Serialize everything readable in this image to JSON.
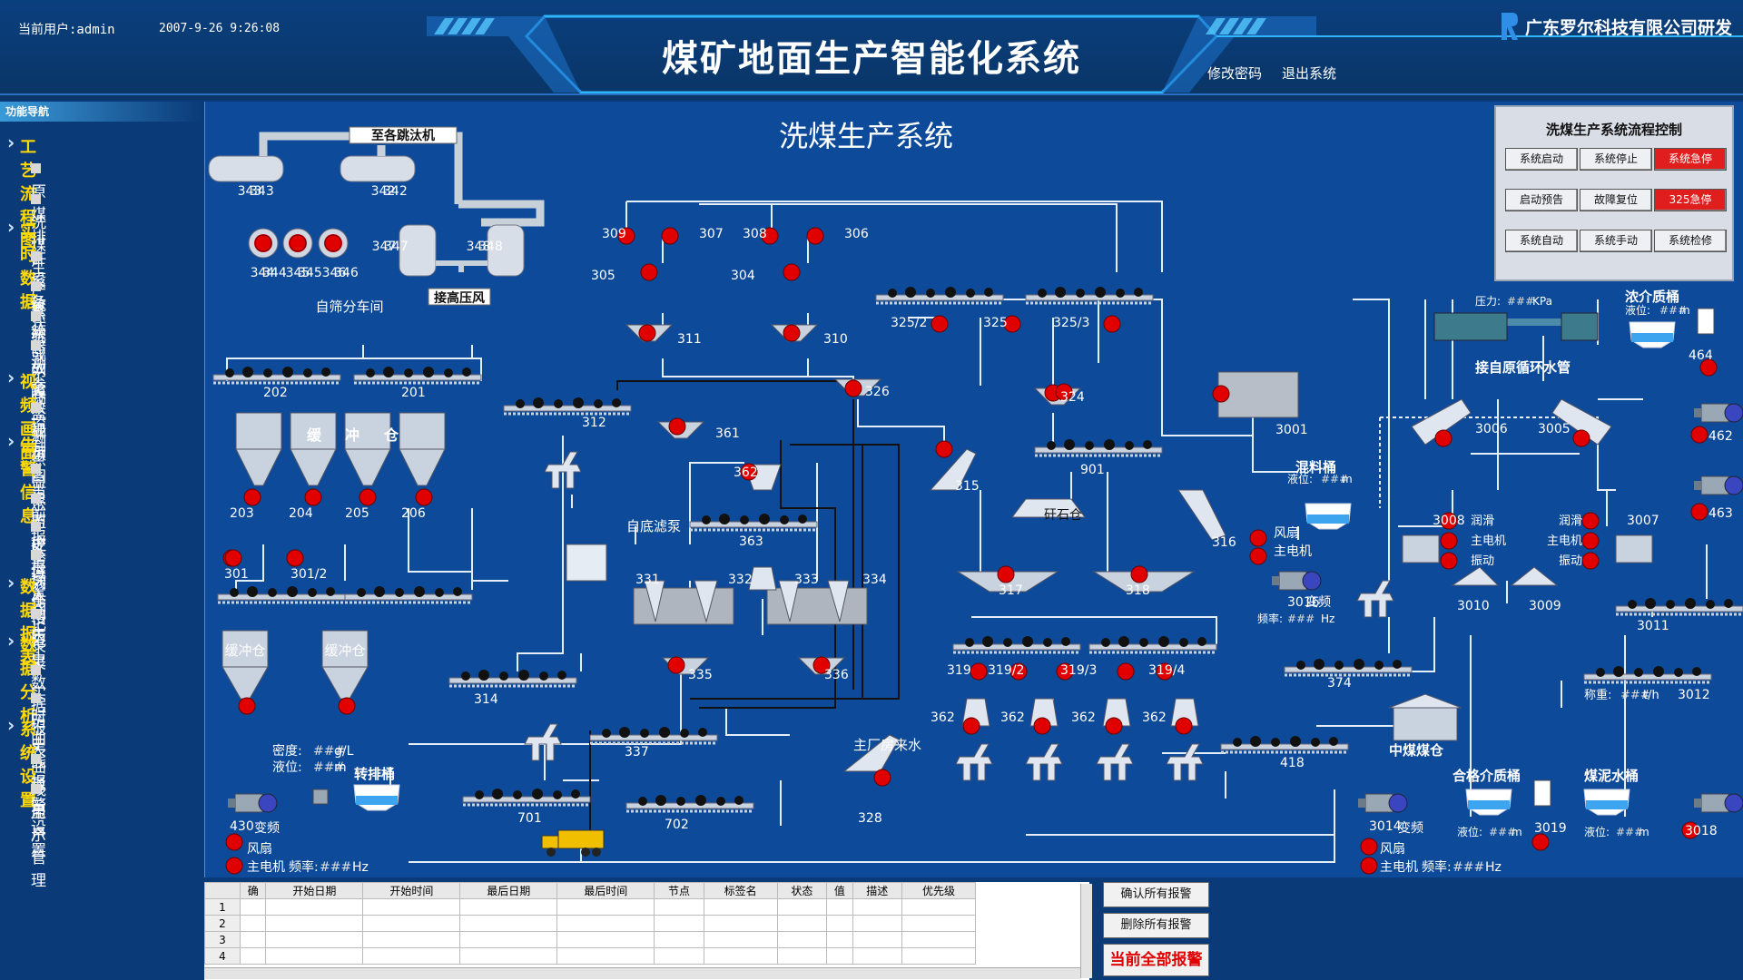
{
  "header": {
    "user_label": "当前用户:admin",
    "datetime": "2007-9-26  9:26:08",
    "title": "煤矿地面生产智能化系统",
    "company": "广东罗尔科技有限公司研发",
    "change_password": "修改密码",
    "logout": "退出系统"
  },
  "sidebar": {
    "header": "功能导航",
    "sections": [
      {
        "title": "工艺流程图",
        "items": [
          "原煤排矸系统",
          "洗煤生产系统"
        ]
      },
      {
        "title": "实时数据",
        "items": [
          "设备状态列表",
          "变频或工频控制",
          "监测参数显示",
          "故障监测点显示"
        ]
      },
      {
        "title": "视频画面",
        "items": [
          "视频图像监控"
        ]
      },
      {
        "title": "告警信息",
        "items": [
          "当前报警列表",
          "历史报警列表",
          "区域入侵记录",
          "操作记录"
        ]
      },
      {
        "title": "数据报表",
        "items": [
          "历史数据报表"
        ]
      },
      {
        "title": "数据分析",
        "items": [
          "实时曲线显示",
          "历史曲线显示"
        ]
      },
      {
        "title": "系统设置",
        "items": [
          "报警设置",
          "用户管理"
        ]
      }
    ]
  },
  "main": {
    "title": "洗煤生产系统"
  },
  "control_panel": {
    "title": "洗煤生产系统流程控制",
    "buttons": [
      [
        "系统启动",
        "系统停止",
        "系统急停"
      ],
      [
        "启动预告",
        "故障复位",
        "325急停"
      ],
      [
        "系统自动",
        "系统手动",
        "系统检修"
      ]
    ],
    "red_buttons": [
      "系统急停",
      "325急停"
    ]
  },
  "diagram": {
    "labels": {
      "to_jig": "至各跳汰机",
      "hp_air": "接高压风",
      "screen_room": "自筛分车间",
      "buffer_bin_chars": [
        "缓",
        "冲",
        "仓"
      ],
      "buffer_bin": "缓冲仓",
      "transfer_tank": "转排桶",
      "self_slurry": "自底滤泵",
      "main_water": "主厂房来水",
      "gangue_bin": "矸石仓",
      "mixing_tank": "混料桶",
      "dense_med_bucket": "浓介质桶",
      "circ_pipe": "接自原循环水管",
      "middle_bin": "中煤煤仓",
      "qual_med_bucket": "合格介质桶",
      "slime_bucket": "煤泥水桶",
      "fan": "风扇",
      "main_motor": "主电机",
      "freq": "频率:",
      "hz": "Hz",
      "freq_vfd": "变频",
      "density": "密度:",
      "level": "液位:",
      "gl": "g/L",
      "m": "m",
      "pressure": "压力:",
      "kpa": "KPa",
      "weigh": "称重:",
      "th": "t/h",
      "lubricate": "润滑",
      "vibrate": "振动",
      "placeholder": "###"
    },
    "equipment_ids": [
      "343",
      "342",
      "344",
      "345",
      "346",
      "347",
      "348",
      "309",
      "307",
      "305",
      "308",
      "306",
      "304",
      "311",
      "310",
      "325/2",
      "325",
      "325/3",
      "202",
      "201",
      "312",
      "326",
      "361",
      "362",
      "324",
      "3001",
      "315",
      "901",
      "203",
      "204",
      "205",
      "206",
      "301",
      "301/2",
      "363",
      "331",
      "332",
      "333",
      "334",
      "316",
      "317",
      "318",
      "335",
      "336",
      "314",
      "319",
      "319/2",
      "319/3",
      "319/4",
      "362",
      "362",
      "362",
      "362",
      "374",
      "337",
      "328",
      "418",
      "701",
      "702",
      "430",
      "3006",
      "3005",
      "464",
      "462",
      "463",
      "3008",
      "3007",
      "3010",
      "3009",
      "3011",
      "3016",
      "3012",
      "3014",
      "3019",
      "3018"
    ]
  },
  "alarm_table": {
    "columns": [
      "确",
      "开始日期",
      "开始时间",
      "最后日期",
      "最后时间",
      "节点",
      "标签名",
      "状态",
      "值",
      "描述",
      "优先级"
    ],
    "rows": [
      "1",
      "2",
      "3",
      "4"
    ],
    "buttons": [
      "确认所有报警",
      "删除所有报警",
      "当前全部报警"
    ]
  },
  "colors": {
    "background": "#0d4b9a",
    "alarm_red": "#e00000",
    "panel": "#d9dde6",
    "nav_yellow": "#ffd900"
  }
}
